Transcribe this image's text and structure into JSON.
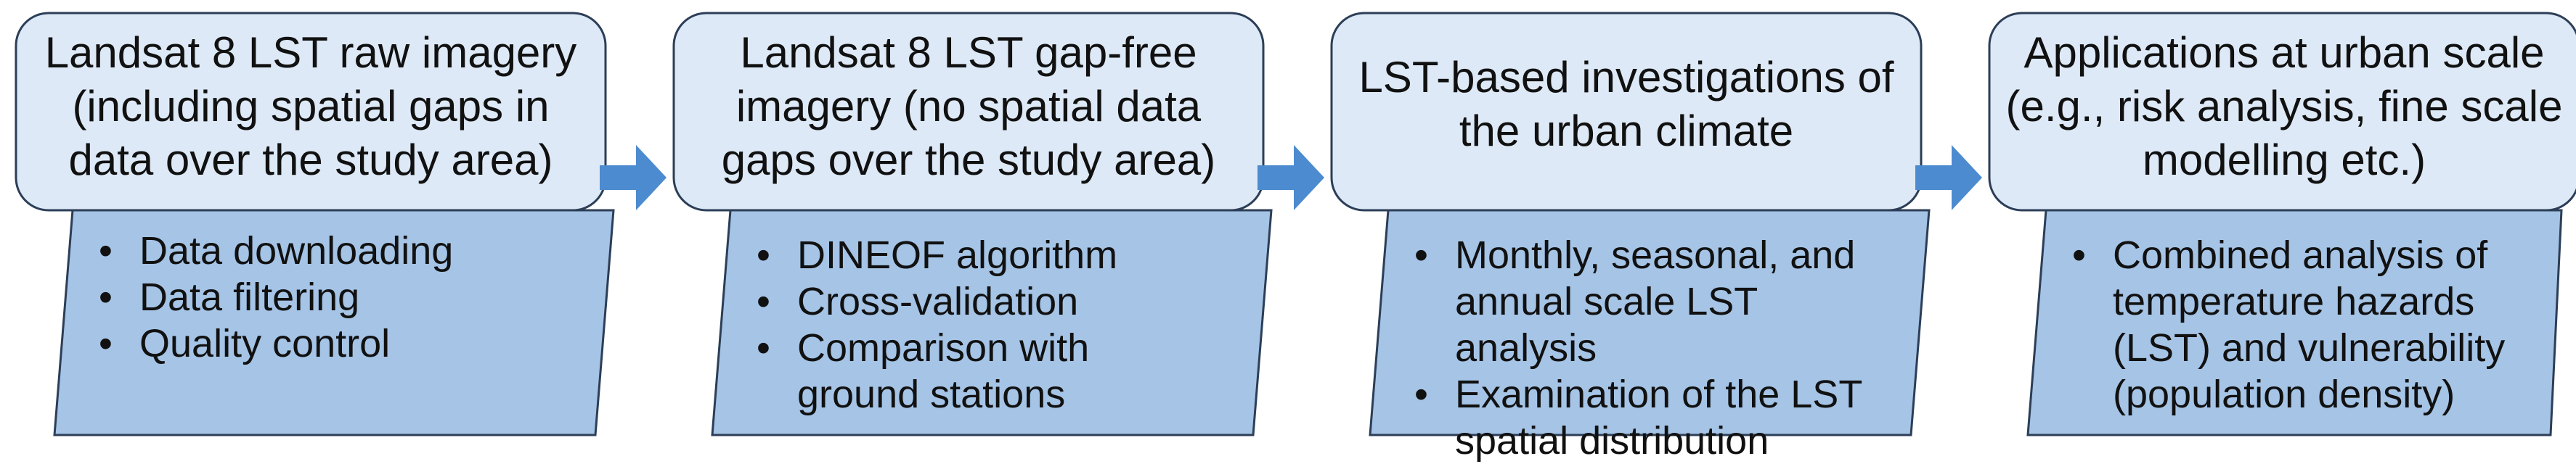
{
  "colors": {
    "header_fill": "#dde9f6",
    "header_stroke": "#2c3e57",
    "box_fill": "#a5c4e6",
    "box_stroke": "#2c3e57",
    "arrow_fill": "#4c8bcf"
  },
  "stages": [
    {
      "header_lines": [
        "Landsat 8 LST raw imagery",
        "(including spatial gaps in",
        "data over the study area)"
      ],
      "bullets": [
        "Data downloading",
        "Data filtering",
        "Quality control"
      ]
    },
    {
      "header_lines": [
        "Landsat 8 LST gap-free",
        "imagery (no spatial data",
        "gaps over the study area)"
      ],
      "bullets": [
        "DINEOF algorithm",
        "Cross-validation",
        "Comparison with",
        "ground stations"
      ]
    },
    {
      "header_lines": [
        "LST-based investigations of",
        "the urban climate"
      ],
      "bullets": [
        "Monthly, seasonal, and",
        "annual scale LST analysis",
        "Examination of the LST",
        "spatial distribution"
      ]
    },
    {
      "header_lines": [
        "Applications at urban scale",
        "(e.g., risk analysis, fine scale",
        "modelling etc.)"
      ],
      "bullets": [
        "Combined analysis of",
        "temperature hazards",
        "(LST) and vulnerability",
        "(population density)"
      ]
    }
  ]
}
